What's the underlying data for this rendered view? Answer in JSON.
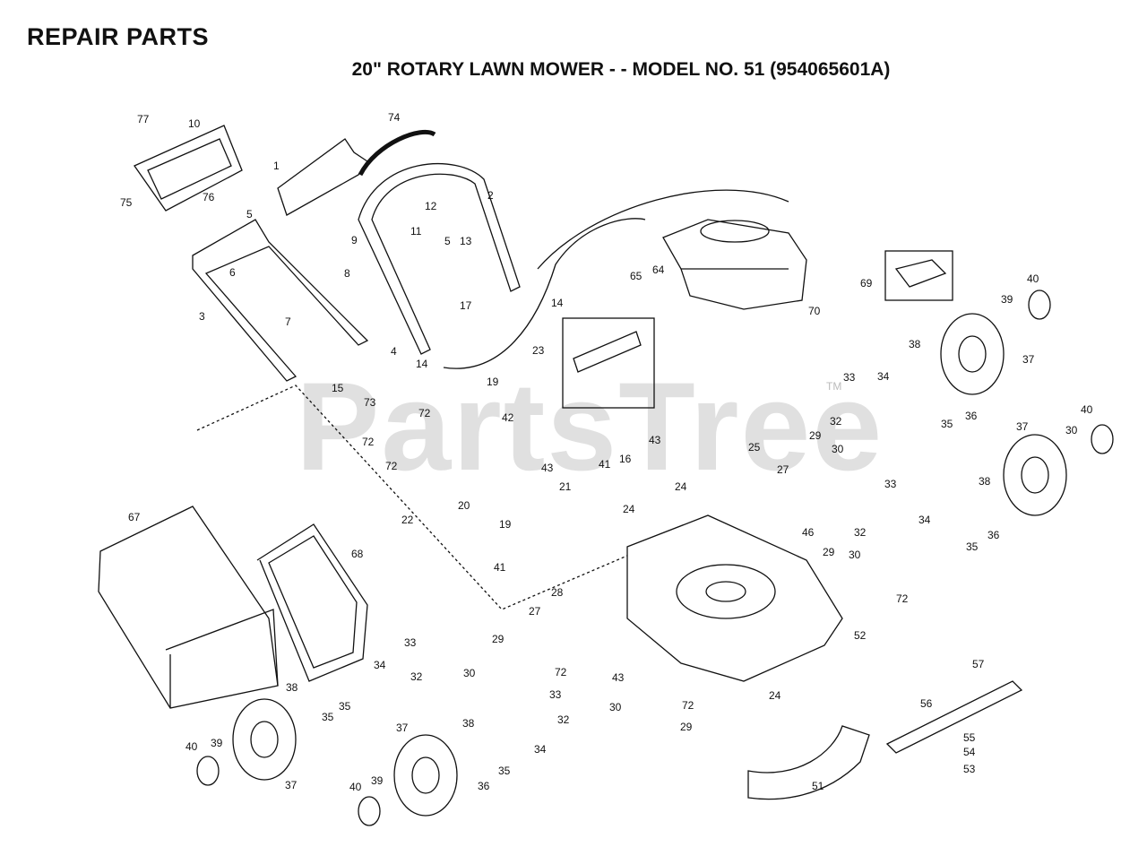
{
  "header": {
    "section_title": "REPAIR PARTS"
  },
  "diagram": {
    "title": "20\" ROTARY LAWN MOWER - - MODEL NO. 51 (954065601A)",
    "watermark": "PartsTree",
    "watermark_mark": "TM",
    "part_labels": [
      {
        "n": "77"
      },
      {
        "n": "10"
      },
      {
        "n": "74"
      },
      {
        "n": "1"
      },
      {
        "n": "75"
      },
      {
        "n": "76"
      },
      {
        "n": "2"
      },
      {
        "n": "12"
      },
      {
        "n": "5"
      },
      {
        "n": "6"
      },
      {
        "n": "11"
      },
      {
        "n": "5"
      },
      {
        "n": "13"
      },
      {
        "n": "9"
      },
      {
        "n": "8"
      },
      {
        "n": "3"
      },
      {
        "n": "7"
      },
      {
        "n": "17"
      },
      {
        "n": "4"
      },
      {
        "n": "14"
      },
      {
        "n": "14"
      },
      {
        "n": "15"
      },
      {
        "n": "65"
      },
      {
        "n": "64"
      },
      {
        "n": "69"
      },
      {
        "n": "70"
      },
      {
        "n": "40"
      },
      {
        "n": "39"
      },
      {
        "n": "38"
      },
      {
        "n": "37"
      },
      {
        "n": "23"
      },
      {
        "n": "33"
      },
      {
        "n": "34"
      },
      {
        "n": "32"
      },
      {
        "n": "35"
      },
      {
        "n": "36"
      },
      {
        "n": "40"
      },
      {
        "n": "30"
      },
      {
        "n": "37"
      },
      {
        "n": "73"
      },
      {
        "n": "72"
      },
      {
        "n": "19"
      },
      {
        "n": "72"
      },
      {
        "n": "72"
      },
      {
        "n": "42"
      },
      {
        "n": "43"
      },
      {
        "n": "43"
      },
      {
        "n": "41"
      },
      {
        "n": "16"
      },
      {
        "n": "25"
      },
      {
        "n": "29"
      },
      {
        "n": "30"
      },
      {
        "n": "27"
      },
      {
        "n": "38"
      },
      {
        "n": "33"
      },
      {
        "n": "32"
      },
      {
        "n": "34"
      },
      {
        "n": "35"
      },
      {
        "n": "36"
      },
      {
        "n": "21"
      },
      {
        "n": "24"
      },
      {
        "n": "24"
      },
      {
        "n": "46"
      },
      {
        "n": "67"
      },
      {
        "n": "68"
      },
      {
        "n": "22"
      },
      {
        "n": "20"
      },
      {
        "n": "19"
      },
      {
        "n": "41"
      },
      {
        "n": "29"
      },
      {
        "n": "30"
      },
      {
        "n": "72"
      },
      {
        "n": "28"
      },
      {
        "n": "27"
      },
      {
        "n": "52"
      },
      {
        "n": "33"
      },
      {
        "n": "29"
      },
      {
        "n": "32"
      },
      {
        "n": "30"
      },
      {
        "n": "34"
      },
      {
        "n": "72"
      },
      {
        "n": "43"
      },
      {
        "n": "33"
      },
      {
        "n": "57"
      },
      {
        "n": "38"
      },
      {
        "n": "35"
      },
      {
        "n": "35"
      },
      {
        "n": "72"
      },
      {
        "n": "24"
      },
      {
        "n": "32"
      },
      {
        "n": "30"
      },
      {
        "n": "29"
      },
      {
        "n": "40"
      },
      {
        "n": "39"
      },
      {
        "n": "37"
      },
      {
        "n": "38"
      },
      {
        "n": "56"
      },
      {
        "n": "37"
      },
      {
        "n": "34"
      },
      {
        "n": "55"
      },
      {
        "n": "54"
      },
      {
        "n": "53"
      },
      {
        "n": "35"
      },
      {
        "n": "40"
      },
      {
        "n": "39"
      },
      {
        "n": "36"
      },
      {
        "n": "51"
      }
    ]
  }
}
